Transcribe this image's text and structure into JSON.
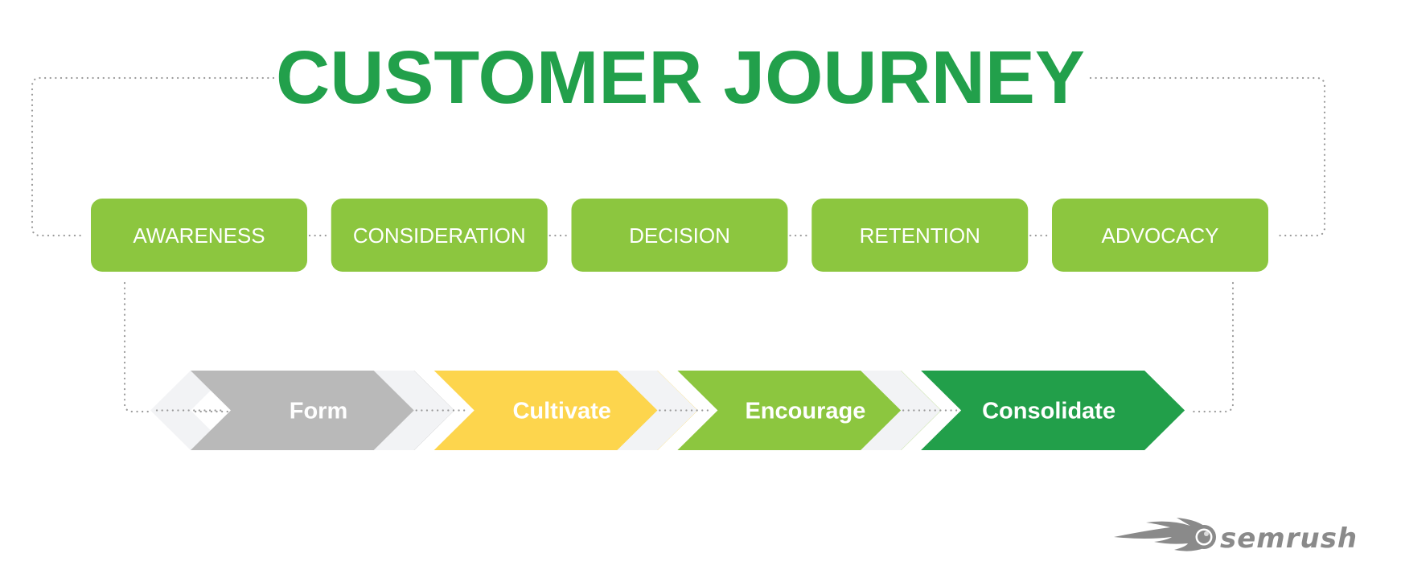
{
  "title": "CUSTOMER JOURNEY",
  "colors": {
    "title": "#22a04b",
    "stage_box": "#8cc63f",
    "connector": "#9a9a9a",
    "chevron_backdrop": "#f2f3f5",
    "logo": "#8a8a8a"
  },
  "stages": [
    {
      "label": "AWARENESS"
    },
    {
      "label": "CONSIDERATION"
    },
    {
      "label": "DECISION"
    },
    {
      "label": "RETENTION"
    },
    {
      "label": "ADVOCACY"
    }
  ],
  "actions": [
    {
      "label": "Form",
      "color": "#b9b9b9"
    },
    {
      "label": "Cultivate",
      "color": "#fdd54d"
    },
    {
      "label": "Encourage",
      "color": "#8cc63f"
    },
    {
      "label": "Consolidate",
      "color": "#229f4a"
    }
  ],
  "logo": {
    "text": "semrush",
    "icon": "semrush-fireball-icon"
  }
}
